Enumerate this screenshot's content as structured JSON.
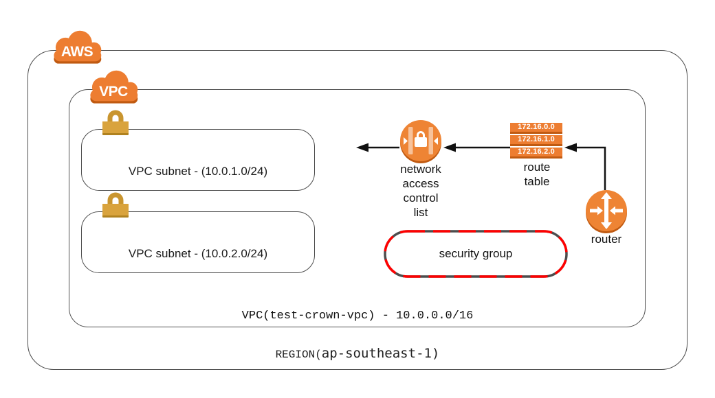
{
  "diagram": {
    "aws_cloud_label": "AWS",
    "vpc_cloud_label": "VPC",
    "subnets": [
      {
        "label": "VPC subnet - (10.0.1.0/24)"
      },
      {
        "label": "VPC subnet - (10.0.2.0/24)"
      }
    ],
    "nacl": {
      "label": "network\naccess\ncontrol\nlist"
    },
    "route_table": {
      "rows": [
        "172.16.0.0",
        "172.16.1.0",
        "172.16.2.0"
      ],
      "label": "route\ntable"
    },
    "router": {
      "label": "router"
    },
    "security_group": {
      "label": "security group"
    },
    "vpc_caption": "VPC(test-crown-vpc) - 10.0.0.0/16",
    "region_caption_prefix": "REGION(",
    "region_name": "ap-southeast-1",
    "region_caption_suffix": ")",
    "colors": {
      "node_orange": "#ED7D31",
      "node_orange_shadow": "#C05A11",
      "lock_gold": "#D9A33D",
      "lock_gold_dark": "#C9952F",
      "security_group_red": "#FF0000",
      "border_gray": "#4d4d4d",
      "arrow_black": "#111111"
    }
  }
}
